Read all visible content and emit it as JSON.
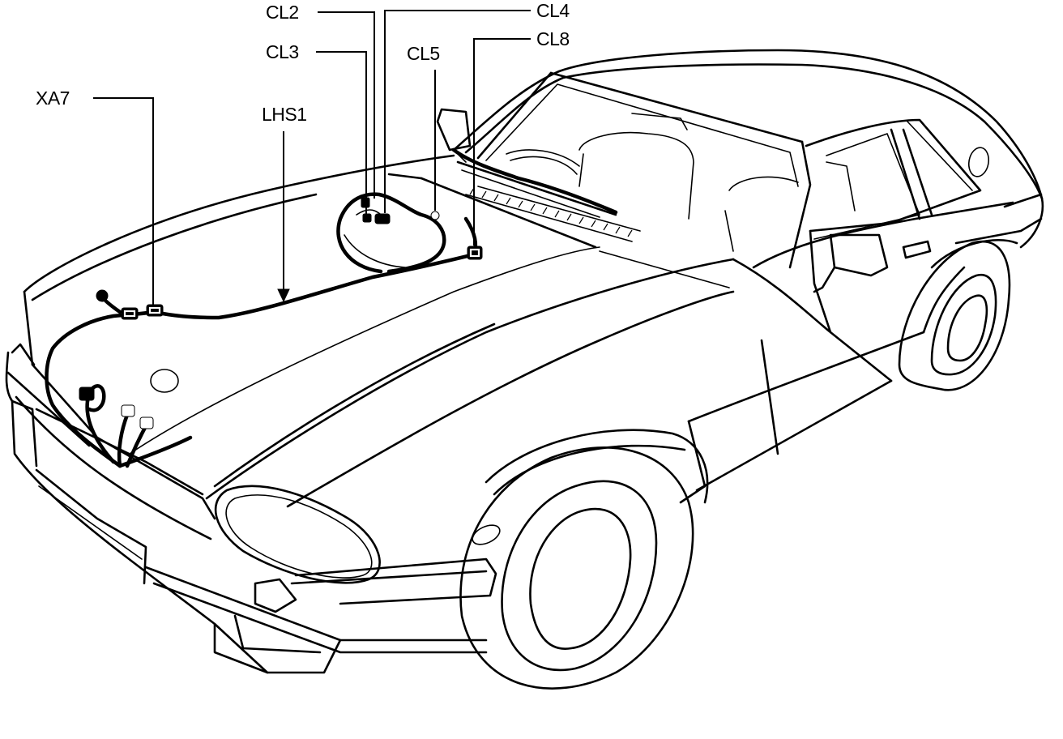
{
  "diagram": {
    "labels": {
      "cl2": "CL2",
      "cl3": "CL3",
      "cl4": "CL4",
      "cl5": "CL5",
      "cl8": "CL8",
      "xa7": "XA7",
      "lhs1": "LHS1"
    }
  }
}
